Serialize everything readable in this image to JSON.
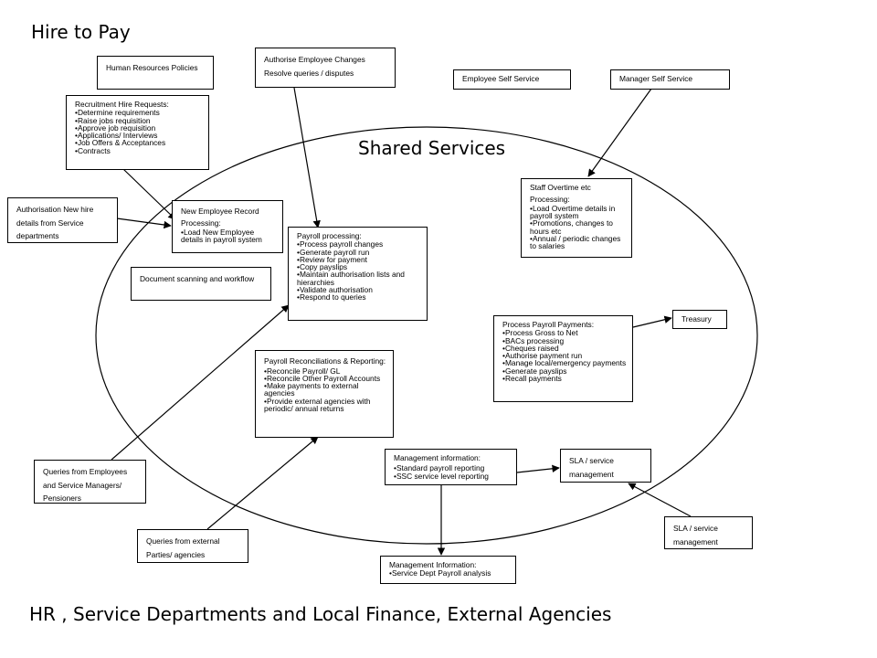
{
  "title_top": "Hire to Pay",
  "title_shared": "Shared Services",
  "title_bottom": "HR , Service Departments and Local Finance, External Agencies",
  "boxes": {
    "hr_policies": "Human Resources Policies",
    "authorise_changes": {
      "line1": "Authorise Employee Changes",
      "line2": "Resolve queries / disputes"
    },
    "employee_self_service": "Employee Self Service",
    "manager_self_service": "Manager Self Service",
    "recruitment": {
      "heading": "Recruitment Hire Requests:",
      "items": [
        "Determine requirements",
        "Raise jobs requisition",
        "Approve job requisition",
        "Applications/ Interviews",
        "Job Offers & Acceptances",
        "Contracts"
      ]
    },
    "authorisation_new_hire": "Authorisation New hire details from Service departments",
    "new_employee_record": {
      "heading": "New Employee Record Processing:",
      "items": [
        "Load New Employee details in payroll system"
      ]
    },
    "staff_overtime": {
      "heading1": "Staff Overtime  etc",
      "heading2": "Processing:",
      "items": [
        "Load Overtime details in payroll system",
        "Promotions, changes to hours etc",
        "Annual / periodic changes to salaries"
      ]
    },
    "document_scanning": "Document scanning and workflow",
    "payroll_processing": {
      "heading": "Payroll processing:",
      "items": [
        "Process payroll changes",
        "Generate payroll run",
        "Review for payment",
        "Copy payslips",
        "Maintain authorisation lists and hierarchies",
        "Validate authorisation",
        "Respond to queries"
      ]
    },
    "treasury": "Treasury",
    "process_payroll_payments": {
      "heading": "Process  Payroll Payments:",
      "items": [
        "Process Gross to Net",
        "BACs processing",
        "Cheques raised",
        "Authorise payment run",
        "Manage local/emergency payments",
        "Generate payslips",
        "Recall payments"
      ]
    },
    "payroll_reconciliations": {
      "heading": "Payroll Reconciliations & Reporting:",
      "items": [
        "Reconcile Payroll/ GL",
        "Reconcile Other Payroll Accounts",
        "Make payments to external agencies",
        "Provide external agencies with periodic/ annual returns"
      ]
    },
    "management_info_inner": {
      "heading": "Management information:",
      "items": [
        "Standard payroll reporting",
        "SSC service level reporting"
      ]
    },
    "sla_inner": "SLA / service management",
    "sla_outer": "SLA / service management",
    "queries_employees": "Queries from Employees and Service Managers/ Pensioners",
    "queries_external": "Queries from external Parties/ agencies",
    "management_info_outer": {
      "heading": "Management Information:",
      "items": [
        "Service Dept Payroll analysis"
      ]
    }
  }
}
